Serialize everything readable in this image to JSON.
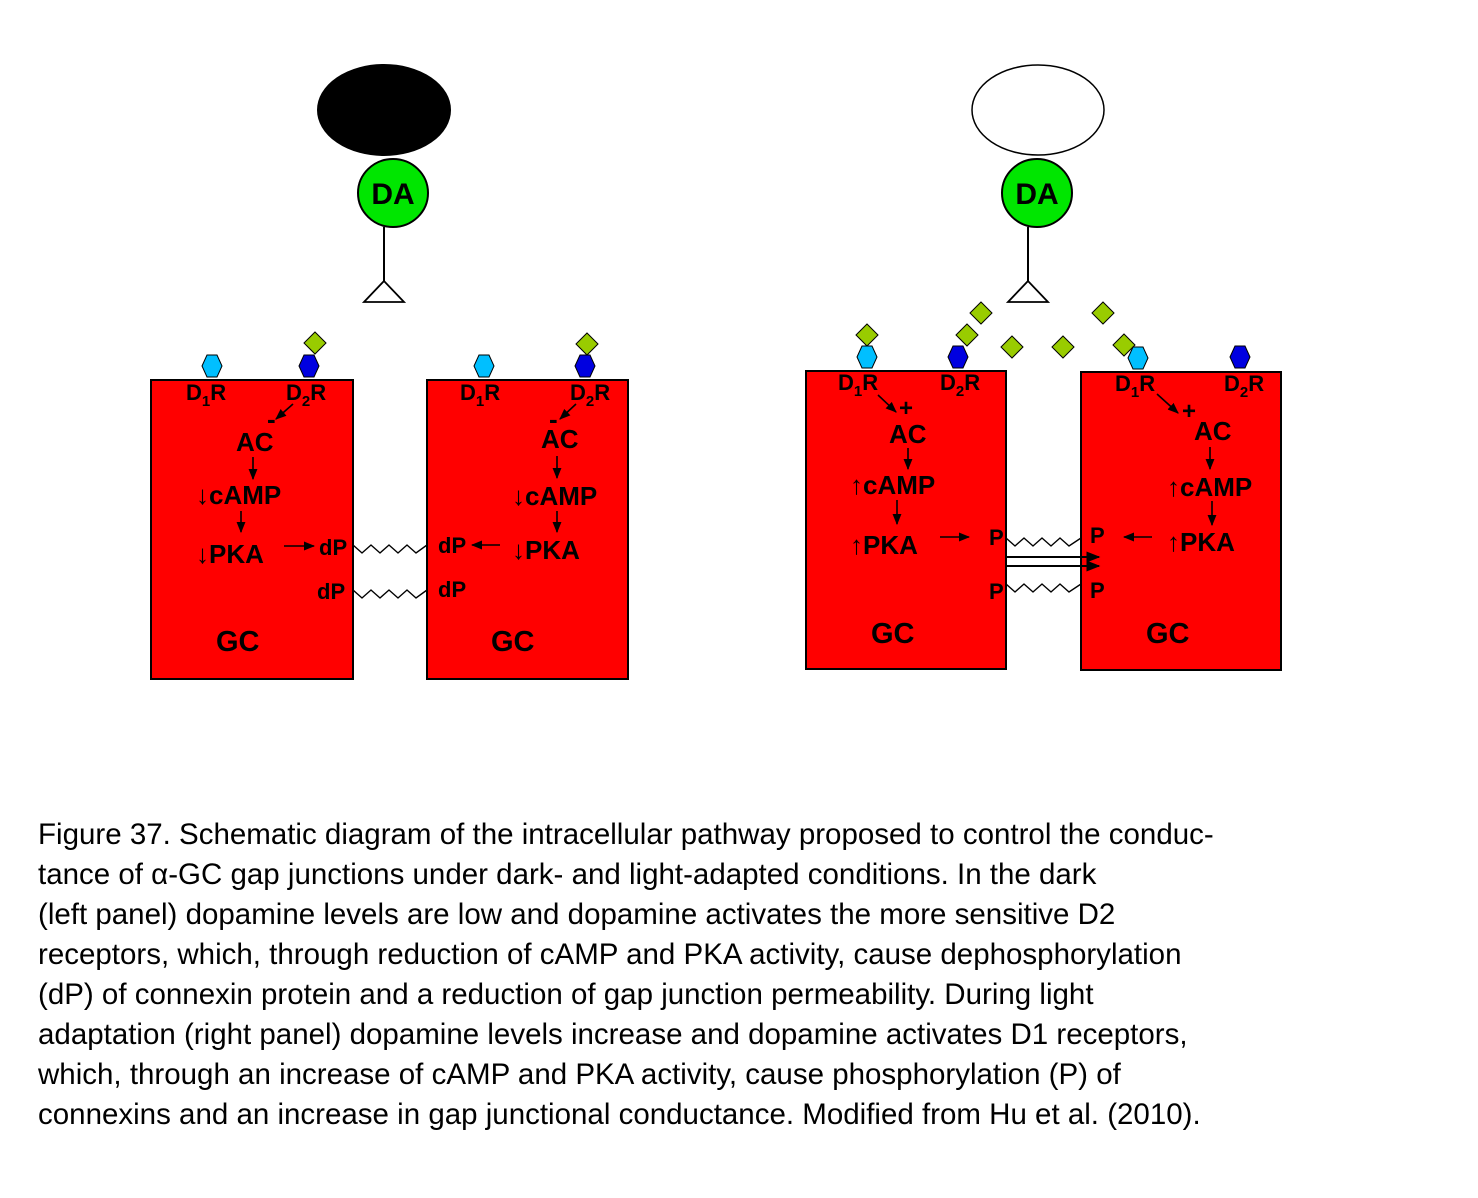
{
  "colors": {
    "cell": "#ff0000",
    "da": "#00e600",
    "d1_receptor": "#00bfff",
    "d2_receptor": "#0000e0",
    "dopamine": "#99cc00"
  },
  "icons": [
    "dopamine-cell-oval",
    "dopamine-release-terminal",
    "d1-receptor-hexagon",
    "d2-receptor-hexagon",
    "dopamine-molecule-diamond"
  ],
  "left_panel": {
    "amacrine_label": "DA",
    "cell_a": {
      "d1": "D",
      "d1_sub": "1",
      "d1_r": "R",
      "d2": "D",
      "d2_sub": "2",
      "d2_r": "R",
      "sign": "-",
      "ac": "AC",
      "camp": "↓cAMP",
      "pka": "↓PKA",
      "dp1": "dP",
      "dp2": "dP",
      "gc": "GC"
    },
    "cell_b": {
      "d1": "D",
      "d1_sub": "1",
      "d1_r": "R",
      "d2": "D",
      "d2_sub": "2",
      "d2_r": "R",
      "sign": "-",
      "ac": "AC",
      "camp": "↓cAMP",
      "pka": "↓PKA",
      "dp1": "dP",
      "dp2": "dP",
      "gc": "GC"
    }
  },
  "right_panel": {
    "amacrine_label": "DA",
    "cell_a": {
      "d1": "D",
      "d1_sub": "1",
      "d1_r": "R",
      "d2": "D",
      "d2_sub": "2",
      "d2_r": "R",
      "sign": "+",
      "ac": "AC",
      "camp": "↑cAMP",
      "pka": "↑PKA",
      "p1": "P",
      "p2": "P",
      "gc": "GC"
    },
    "cell_b": {
      "d1": "D",
      "d1_sub": "1",
      "d1_r": "R",
      "d2": "D",
      "d2_sub": "2",
      "d2_r": "R",
      "sign": "+",
      "ac": "AC",
      "camp": "↑cAMP",
      "pka": "↑PKA",
      "p1": "P",
      "p2": "P",
      "gc": "GC"
    }
  },
  "caption": {
    "lines": [
      "Figure 37. Schematic diagram of the intracellular pathway proposed to control the conduc-",
      "tance of α-GC gap junctions under dark- and light-adapted conditions. In the dark",
      "(left panel) dopamine levels are low and dopamine activates the more sensitive D2",
      "receptors, which, through reduction of cAMP and PKA activity, cause dephosphorylation",
      "(dP) of connexin protein and a reduction of gap junction permeability. During light",
      "adaptation (right panel) dopamine levels increase and dopamine activates D1 receptors,",
      "which, through an increase of cAMP and PKA activity, cause phosphorylation (P) of",
      "connexins and an increase in gap junctional conductance. Modified from Hu et al. (2010)."
    ]
  }
}
